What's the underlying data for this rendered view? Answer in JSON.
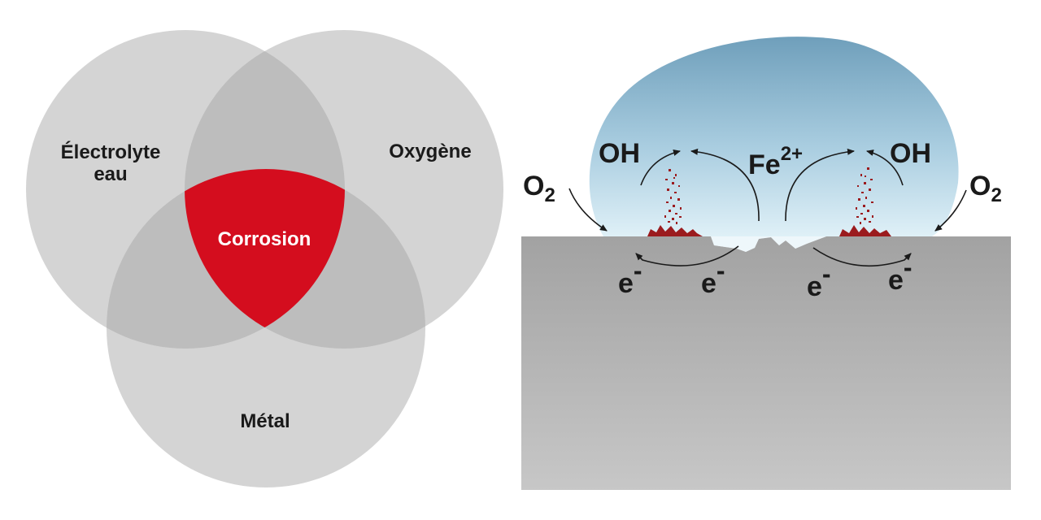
{
  "venn": {
    "electrolyte_line1": "Électrolyte",
    "electrolyte_line2": "eau",
    "oxygen": "Oxygène",
    "metal": "Métal",
    "center": "Corrosion",
    "colors": {
      "circle": "#d4d4d4",
      "overlap": "#bdbdbd",
      "center": "#d40d1e"
    }
  },
  "process": {
    "o2_main": "O",
    "o2_sub": "2",
    "oh": "OH",
    "fe_main": "Fe",
    "fe_sup": "2+",
    "e_main": "e",
    "e_sup": "-",
    "colors": {
      "droplet_top": "#6f9fbb",
      "droplet_bottom": "#d3eaf3",
      "metal_top": "#a3a3a3",
      "metal_bottom": "#c6c6c6",
      "rust": "#9b1b1e"
    }
  }
}
